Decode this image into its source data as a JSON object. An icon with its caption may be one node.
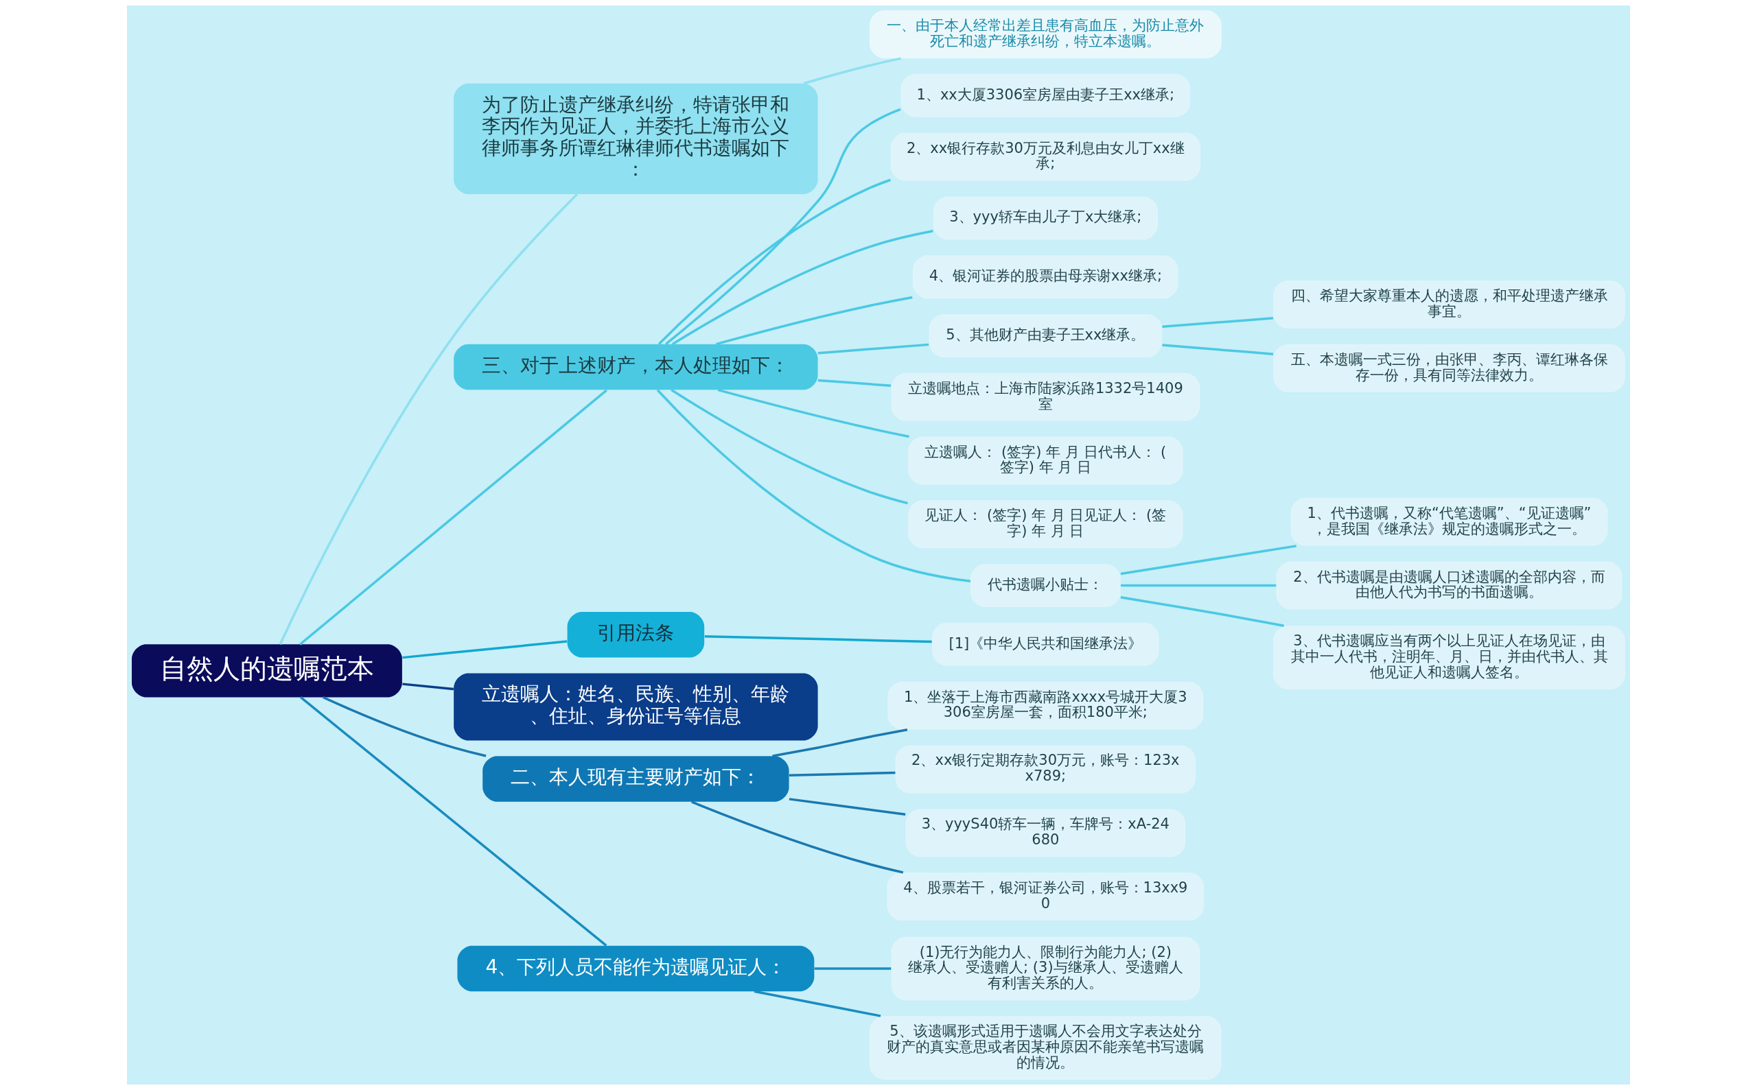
{
  "diagram": {
    "nodes": [
      {
        "text": [
          "自然人的遗嘱范本"
        ]
      },
      {
        "text": [
          "为了防止遗产继承纠纷，特请张甲和李丙作为见证人，并委托上海市公义律师事务所谭红琳律师代书遗嘱如下："
        ]
      },
      {
        "text": [
          "一、由于本人经常出差且患有高血压，为防止意外死亡和遗产继承纠纷，特立本遗嘱。"
        ]
      },
      {
        "text": [
          "三、对于上述财产，本人处理如下："
        ]
      },
      {
        "text": [
          "1、xx大厦3306室房屋由妻子王xx继承;"
        ]
      },
      {
        "text": [
          "2、xx银行存款30万元及利息由女儿丁xx继承;"
        ]
      },
      {
        "text": [
          "3、yyy轿车由儿子丁x大继承;"
        ]
      },
      {
        "text": [
          "4、银河证券的股票由母亲谢xx继承;"
        ]
      },
      {
        "text": [
          "5、其他财产由妻子王xx继承。"
        ]
      },
      {
        "text": [
          "四、希望大家尊重本人的遗愿，和平处理遗产继承事宜。"
        ]
      },
      {
        "text": [
          "五、本遗嘱一式三份，由张甲、李丙、谭红琳各保存一份，具有同等法律效力。"
        ]
      },
      {
        "text": [
          "立遗嘱地点：上海市陆家浜路1332号1409室"
        ]
      },
      {
        "text": [
          "立遗嘱人： (签字) 年 月 日代书人： (签字) 年 月 日"
        ]
      },
      {
        "text": [
          "见证人： (签字) 年 月 日见证人： (签字) 年 月 日"
        ]
      },
      {
        "text": [
          "代书遗嘱小贴士："
        ]
      },
      {
        "text": [
          "1、代书遗嘱，又称“代笔遗嘱”、“见证遗嘱”，是我国《继承法》规定的遗嘱形式之一。"
        ]
      },
      {
        "text": [
          "2、代书遗嘱是由遗嘱人口述遗嘱的全部内容，而由他人代为书写的书面遗嘱。"
        ]
      },
      {
        "text": [
          "3、代书遗嘱应当有两个以上见证人在场见证，由其中一人代书，注明年、月、日，并由代书人、其他见证人和遗嘱人签名。"
        ]
      },
      {
        "text": [
          "引用法条"
        ]
      },
      {
        "text": [
          "[1]《中华人民共和国继承法》"
        ]
      },
      {
        "text": [
          "立遗嘱人：姓名、民族、性别、年龄、住址、身份证号等信息"
        ]
      },
      {
        "text": [
          "二、本人现有主要财产如下："
        ]
      },
      {
        "text": [
          "1、坐落于上海市西藏南路xxxx号城开大厦3306室房屋一套，面积180平米;"
        ]
      },
      {
        "text": [
          "2、xx银行定期存款30万元，账号：123xx789;"
        ]
      },
      {
        "text": [
          "3、yyyS40轿车一辆，车牌号：xA-24680"
        ]
      },
      {
        "text": [
          "4、股票若干，银河证券公司，账号：13xx90"
        ]
      },
      {
        "text": [
          "4、下列人员不能作为遗嘱见证人："
        ]
      },
      {
        "text": [
          "(1)无行为能力人、限制行为能力人; (2)继承人、受遗赠人; (3)与继承人、受遗赠人有利害关系的人。"
        ]
      },
      {
        "text": [
          "5、该遗嘱形式适用于遗嘱人不会用文字表达处分财产的真实意思或者因某种原因不能亲笔书写遗嘱的情况。"
        ]
      }
    ],
    "edges": [
      {
        "from": 0,
        "to": 1,
        "arrow": "none",
        "color": "#8ee0f0"
      },
      {
        "from": 1,
        "to": 2,
        "arrow": "none",
        "color": "#8ee0f0"
      },
      {
        "from": 0,
        "to": 3,
        "arrow": "none"
      },
      {
        "from": 3,
        "to": 4,
        "arrow": "none"
      },
      {
        "from": 3,
        "to": 5,
        "arrow": "none"
      },
      {
        "from": 3,
        "to": 6,
        "arrow": "none"
      },
      {
        "from": 3,
        "to": 7,
        "arrow": "none"
      },
      {
        "from": 3,
        "to": 8,
        "arrow": "none"
      },
      {
        "from": 8,
        "to": 9,
        "arrow": "none"
      },
      {
        "from": 8,
        "to": 10,
        "arrow": "none"
      },
      {
        "from": 3,
        "to": 11,
        "arrow": "none"
      },
      {
        "from": 3,
        "to": 12,
        "arrow": "none"
      },
      {
        "from": 3,
        "to": 13,
        "arrow": "none"
      },
      {
        "from": 3,
        "to": 14,
        "arrow": "none"
      },
      {
        "from": 14,
        "to": 15,
        "arrow": "none"
      },
      {
        "from": 14,
        "to": 16,
        "arrow": "none"
      },
      {
        "from": 14,
        "to": 17,
        "arrow": "none"
      },
      {
        "from": 0,
        "to": 18,
        "arrow": "none",
        "color": "#12a8d0"
      },
      {
        "from": 18,
        "to": 19,
        "arrow": "none",
        "color": "#12a8d0"
      },
      {
        "from": 0,
        "to": 20,
        "arrow": "none",
        "color": "#0a3d8a"
      },
      {
        "from": 0,
        "to": 21,
        "arrow": "none",
        "color": "#1a78b0"
      },
      {
        "from": 21,
        "to": 22,
        "arrow": "none",
        "color": "#1a78b0"
      },
      {
        "from": 21,
        "to": 23,
        "arrow": "none",
        "color": "#1a78b0"
      },
      {
        "from": 21,
        "to": 24,
        "arrow": "none",
        "color": "#1a78b0"
      },
      {
        "from": 21,
        "to": 25,
        "arrow": "none",
        "color": "#1a78b0"
      },
      {
        "from": 0,
        "to": 26,
        "arrow": "none",
        "color": "#1a8cc0"
      },
      {
        "from": 26,
        "to": 27,
        "arrow": "none",
        "color": "#1a8cc0"
      },
      {
        "from": 26,
        "to": 28,
        "arrow": "none",
        "color": "#1a8cc0"
      }
    ]
  }
}
